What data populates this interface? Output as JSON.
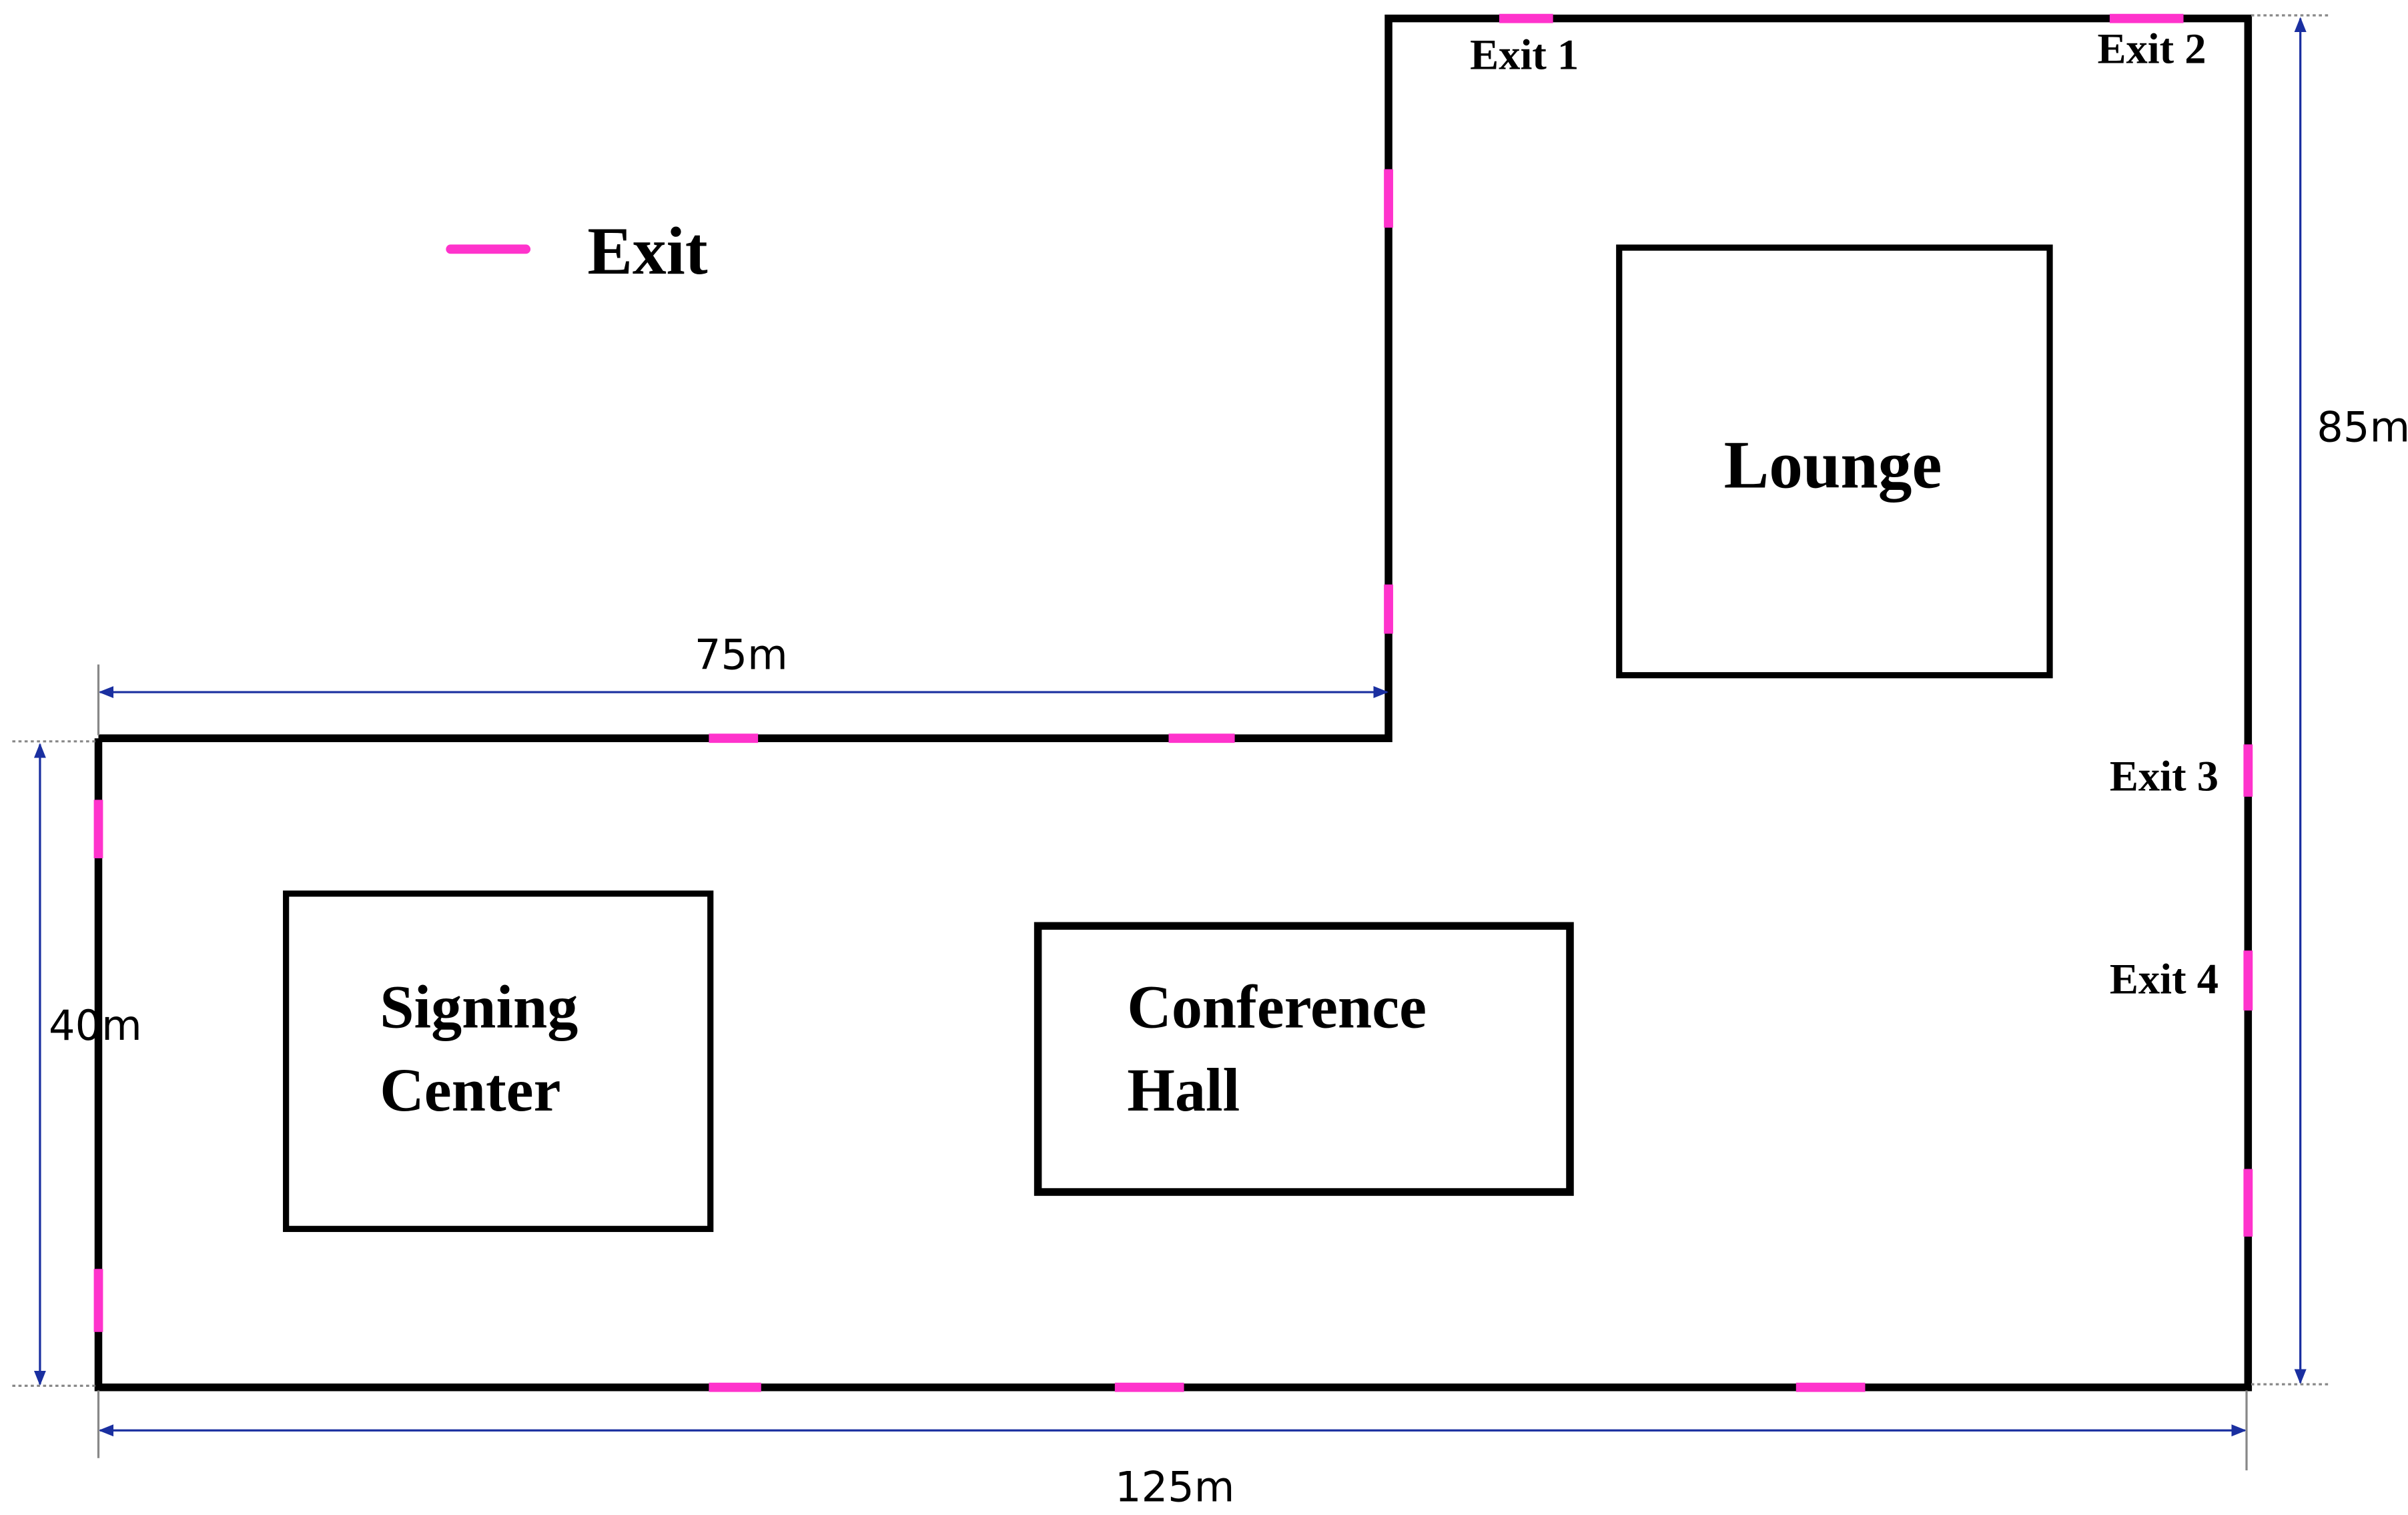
{
  "legend": {
    "label": "Exit",
    "color": "#ff33cc"
  },
  "rooms": {
    "lounge": "Lounge",
    "signing": [
      "Signing",
      "Center"
    ],
    "conference": [
      "Conference",
      "Hall"
    ]
  },
  "exits": {
    "exit1": "Exit 1",
    "exit2": "Exit 2",
    "exit3": "Exit 3",
    "exit4": "Exit 4"
  },
  "dimensions": {
    "top_width": "75m",
    "left_height": "40m",
    "right_height": "85m",
    "bottom_width": "125m"
  },
  "colors": {
    "wall": "#000000",
    "dimension_line": "#1a2fa0",
    "exit": "#ff33cc"
  }
}
